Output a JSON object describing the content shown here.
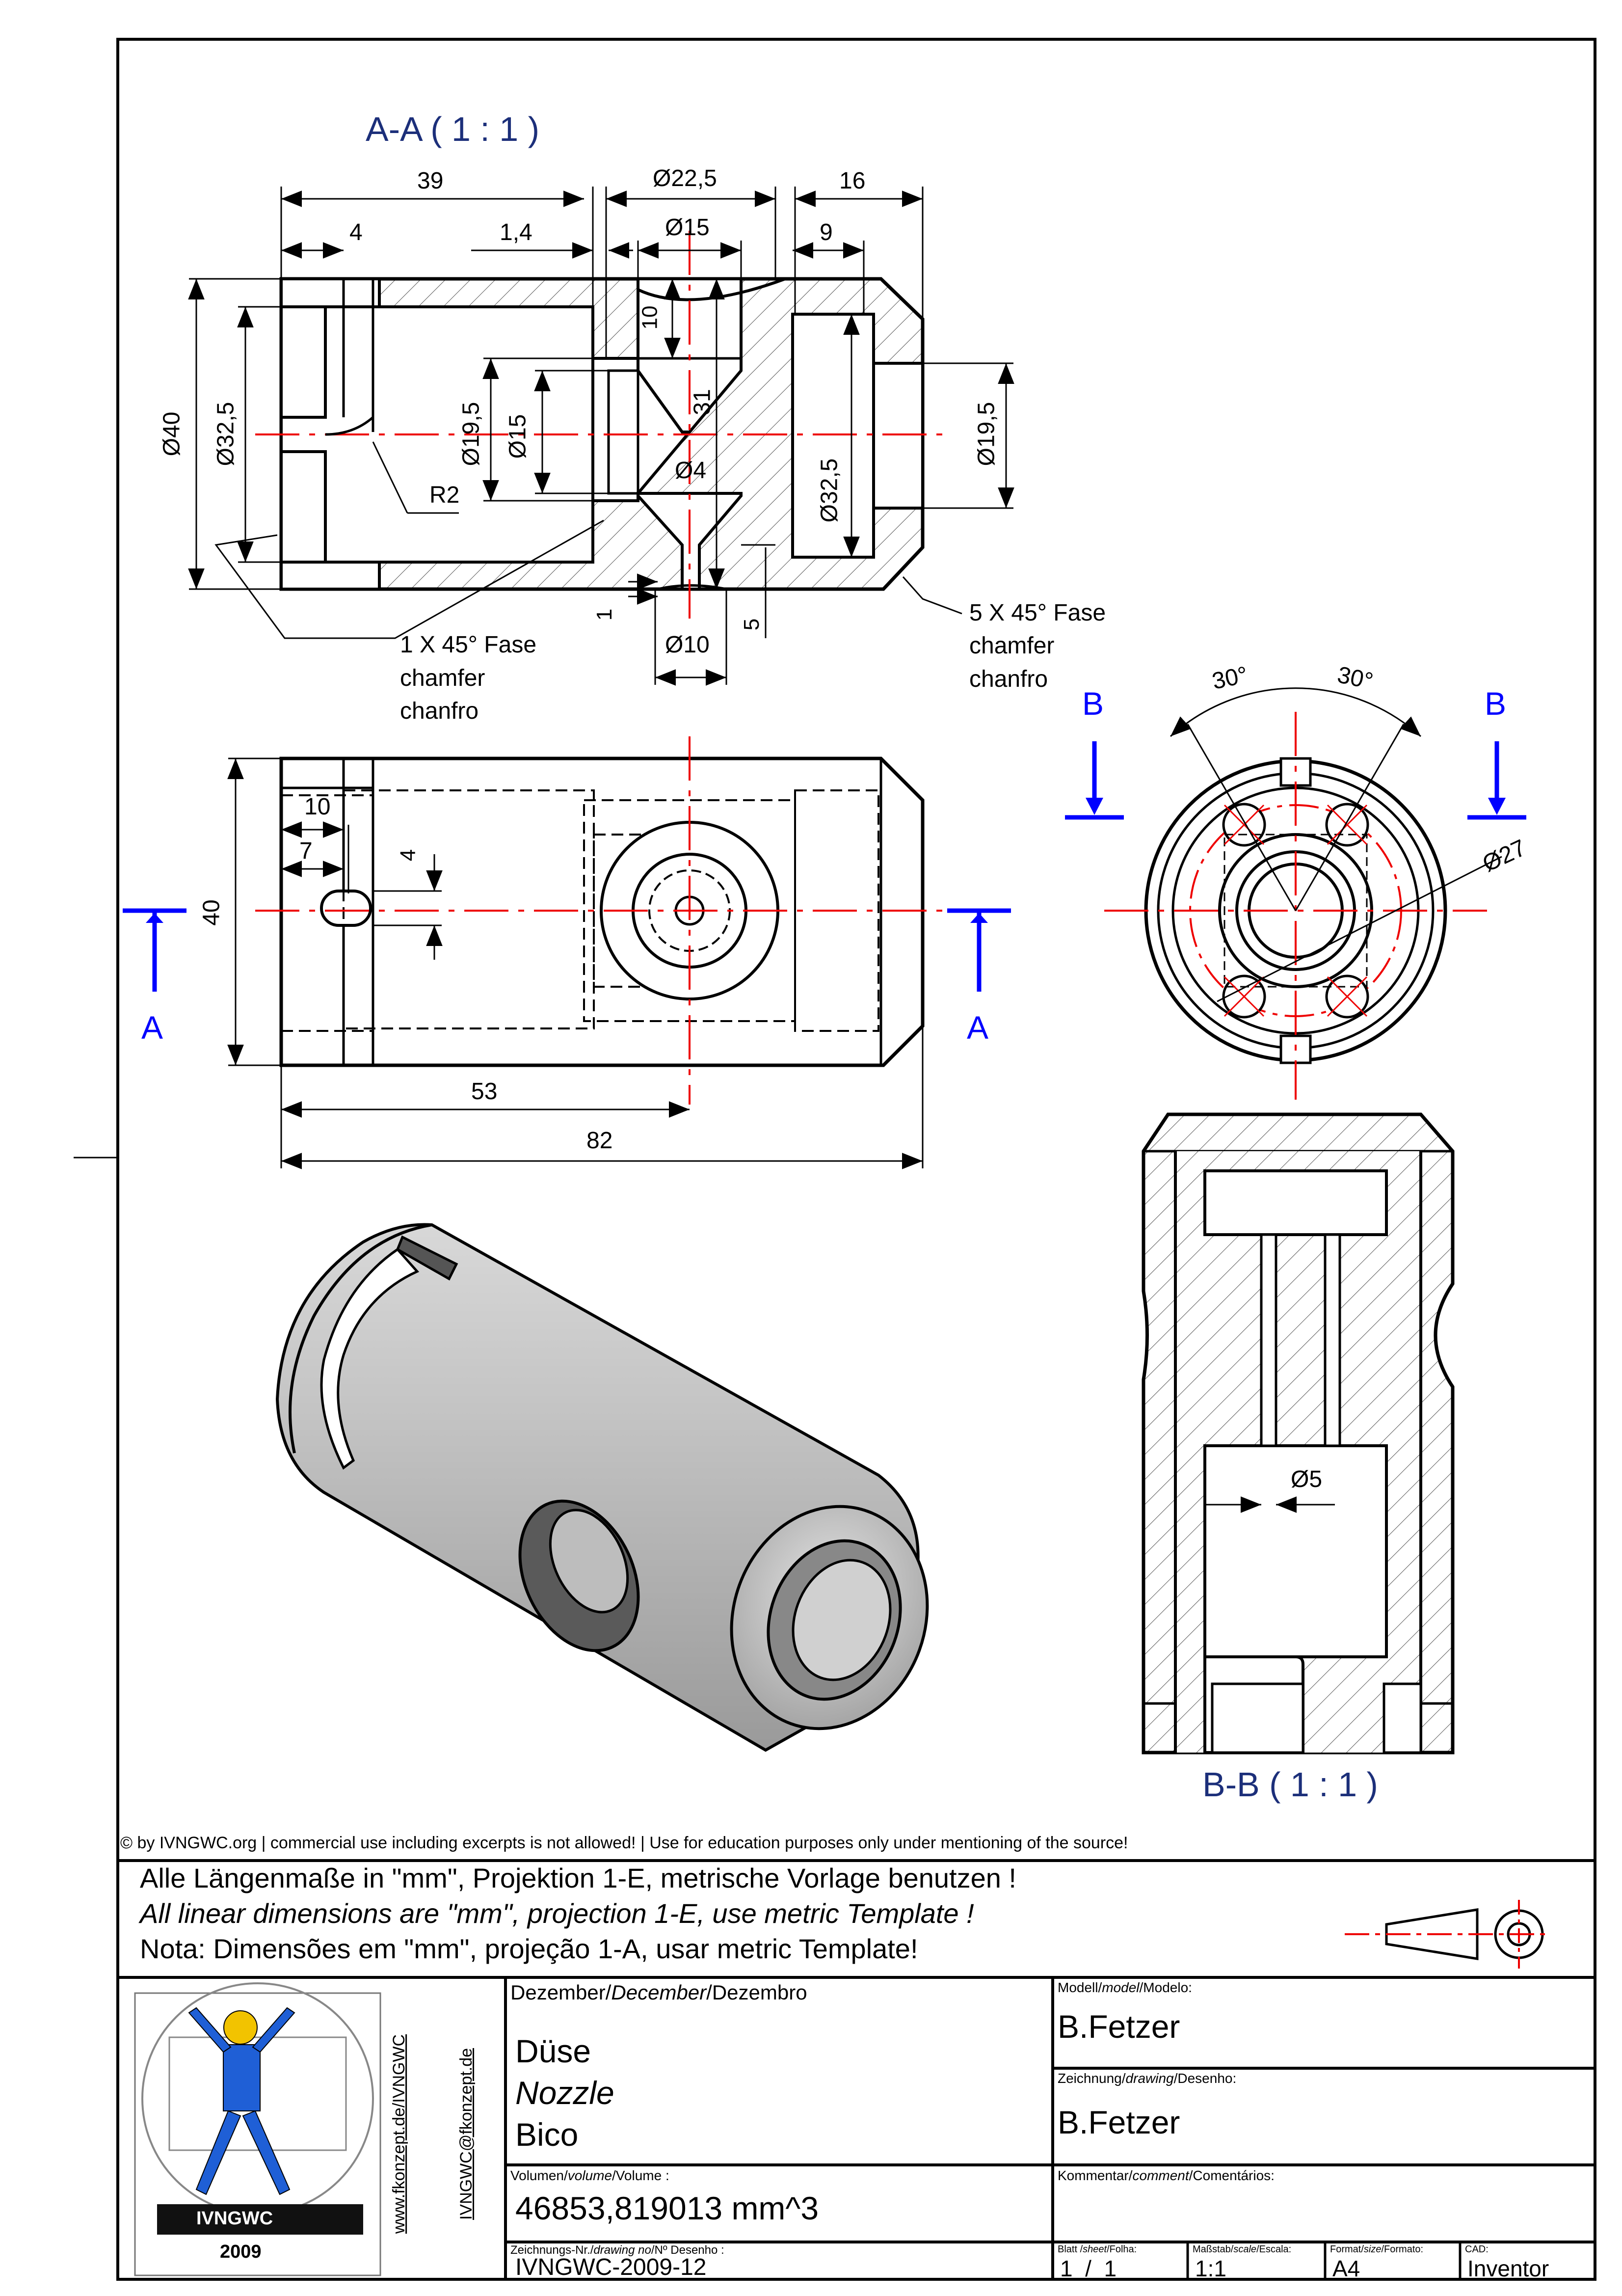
{
  "section_aa": {
    "title": "A-A ( 1 : 1 )",
    "dims": [
      "39",
      "4",
      "1,4",
      "Ø22,5",
      "Ø15",
      "16",
      "9",
      "10",
      "31",
      "Ø40",
      "Ø32,5",
      "Ø19,5",
      "Ø15",
      "R2",
      "Ø4",
      "Ø32,5",
      "Ø19,5",
      "1",
      "Ø10",
      "5"
    ],
    "chamfer_left": [
      "1 X 45° Fase",
      "chamfer",
      "chanfro"
    ],
    "chamfer_right": [
      "5 X 45° Fase",
      "chamfer",
      "chanfro"
    ]
  },
  "front_view": {
    "dims": [
      "10",
      "7",
      "4",
      "40",
      "53",
      "82"
    ],
    "cut_marks": [
      "A",
      "A"
    ]
  },
  "side_view": {
    "cut_marks": [
      "B",
      "B"
    ],
    "dims": [
      "30°",
      "30°",
      "Ø27"
    ]
  },
  "section_bb": {
    "title": "B-B ( 1 : 1 )",
    "dims": [
      "Ø5"
    ]
  },
  "copyright": "© by IVNGWC.org | commercial use including excerpts is not allowed! | Use for education purposes only under mentioning of the source!",
  "notes": [
    "Alle Längenmaße in \"mm\", Projektion 1-E, metrische Vorlage benutzen !",
    "All linear dimensions are \"mm\", projection 1-E, use metric Template !",
    "Nota: Dimensões em \"mm\", projeção 1-A, usar metric Template!"
  ],
  "title_block": {
    "logo_text": "IVNGWC",
    "logo_year": "2009",
    "link_web": "www.fkonzept.de/IVNGWC",
    "link_mail": "IVNGWC@fkonzept.de",
    "date": {
      "de": "Dezember/",
      "en": "December",
      "pt": "/Dezembro"
    },
    "name_de": "Düse",
    "name_en": "Nozzle",
    "name_pt": "Bico",
    "volume_label": {
      "de": "Volumen/",
      "en": "volume",
      "pt": "/Volume :"
    },
    "volume_value": "46853,819013 mm^3",
    "drawing_no_label": {
      "de": "Zeichnungs-Nr./",
      "en": "drawing no",
      "pt": "/Nº Desenho :"
    },
    "drawing_no": "IVNGWC-2009-12",
    "model_label": {
      "de": "Modell/",
      "en": "model",
      "pt": "/Modelo:"
    },
    "model_value": "B.Fetzer",
    "drawing_label": {
      "de": "Zeichnung/",
      "en": "drawing",
      "pt": "/Desenho:"
    },
    "drawing_value": "B.Fetzer",
    "comment_label": {
      "de": "Kommentar/",
      "en": "comment",
      "pt": "/Comentários:"
    },
    "sheet_label": {
      "de": "Blatt /",
      "en": "sheet",
      "pt": "/Folha:"
    },
    "sheet_value": "1  /  1",
    "scale_label": {
      "de": "Maßstab/",
      "en": "scale",
      "pt": "/Escala:"
    },
    "scale_value": "1:1",
    "format_label": {
      "de": "Format/",
      "en": "size",
      "pt": "/Formato:"
    },
    "format_value": "A4",
    "cad_label": "CAD:",
    "cad_value": "Inventor"
  }
}
